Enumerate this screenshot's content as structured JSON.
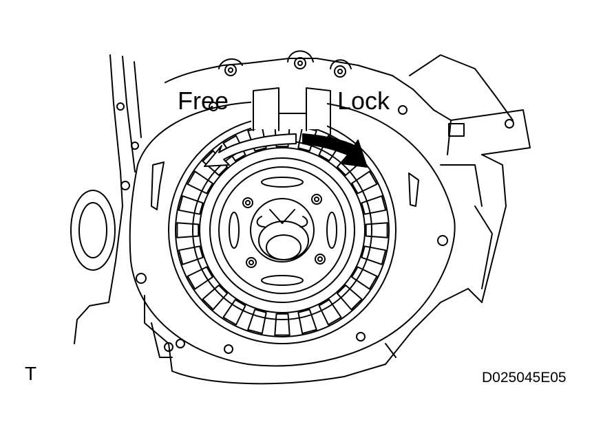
{
  "labels": {
    "free": "Free",
    "lock": "Lock",
    "corner_mark": "T",
    "figure_code": "D025045E05"
  },
  "colors": {
    "line": "#000000",
    "background": "#ffffff",
    "free_arrow_fill": "#ffffff",
    "lock_arrow_fill": "#000000"
  }
}
